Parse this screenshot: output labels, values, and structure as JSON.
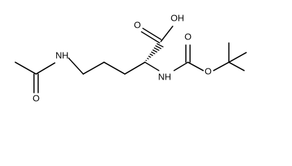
{
  "molecule": {
    "atoms": {
      "hydroxyl": "OH",
      "carbonyl_acid_o": "O",
      "alpha_nh": "NH",
      "boc_carbonyl_o": "O",
      "boc_ester_o": "O",
      "acetamide_nh": "NH",
      "acetyl_carbonyl_o": "O"
    }
  }
}
